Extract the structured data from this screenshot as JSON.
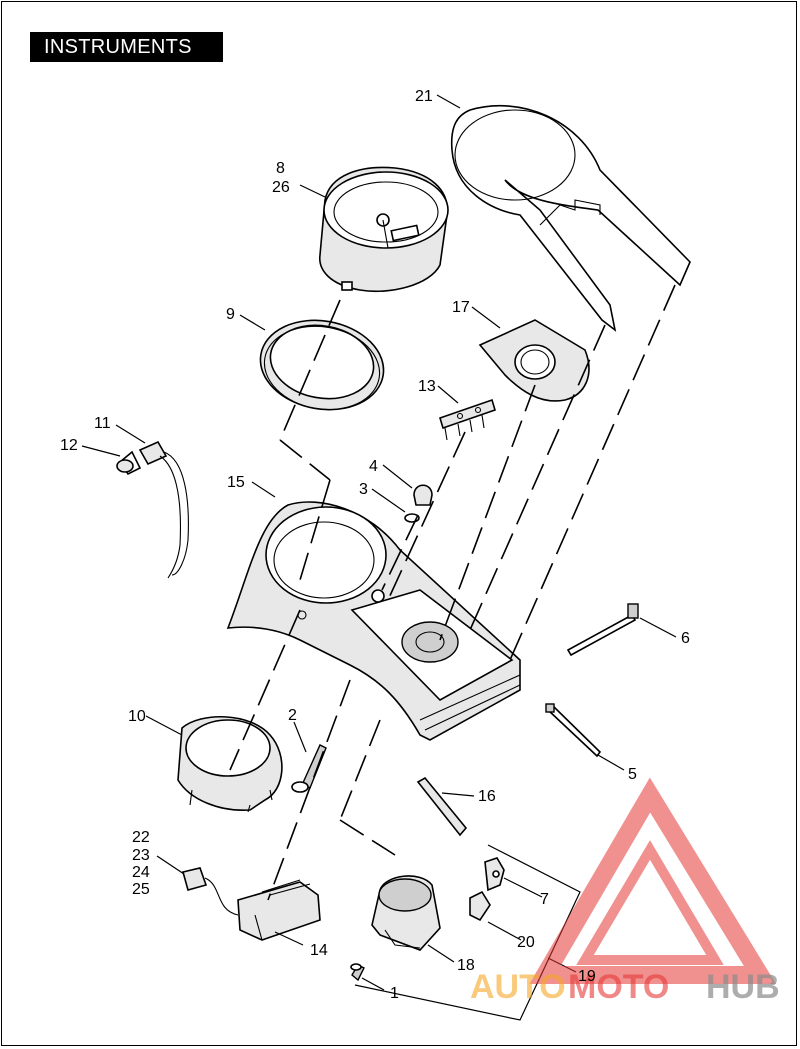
{
  "title": "INSTRUMENTS",
  "callouts": {
    "c1": "1",
    "c2": "2",
    "c3": "3",
    "c4": "4",
    "c5": "5",
    "c6": "6",
    "c7": "7",
    "c8": "8",
    "c9": "9",
    "c10": "10",
    "c11": "11",
    "c12": "12",
    "c13": "13",
    "c14": "14",
    "c15": "15",
    "c16": "16",
    "c17": "17",
    "c18": "18",
    "c19": "19",
    "c20": "20",
    "c21": "21",
    "c22": "22",
    "c23": "23",
    "c24": "24",
    "c25": "25",
    "c26": "26"
  },
  "watermark": {
    "part1": "AUTO",
    "part2": "MOTO",
    "part3": "HUB",
    "color_red": "#e53935",
    "color_orange": "#f5a623",
    "color_gray": "#8a8a8a"
  }
}
